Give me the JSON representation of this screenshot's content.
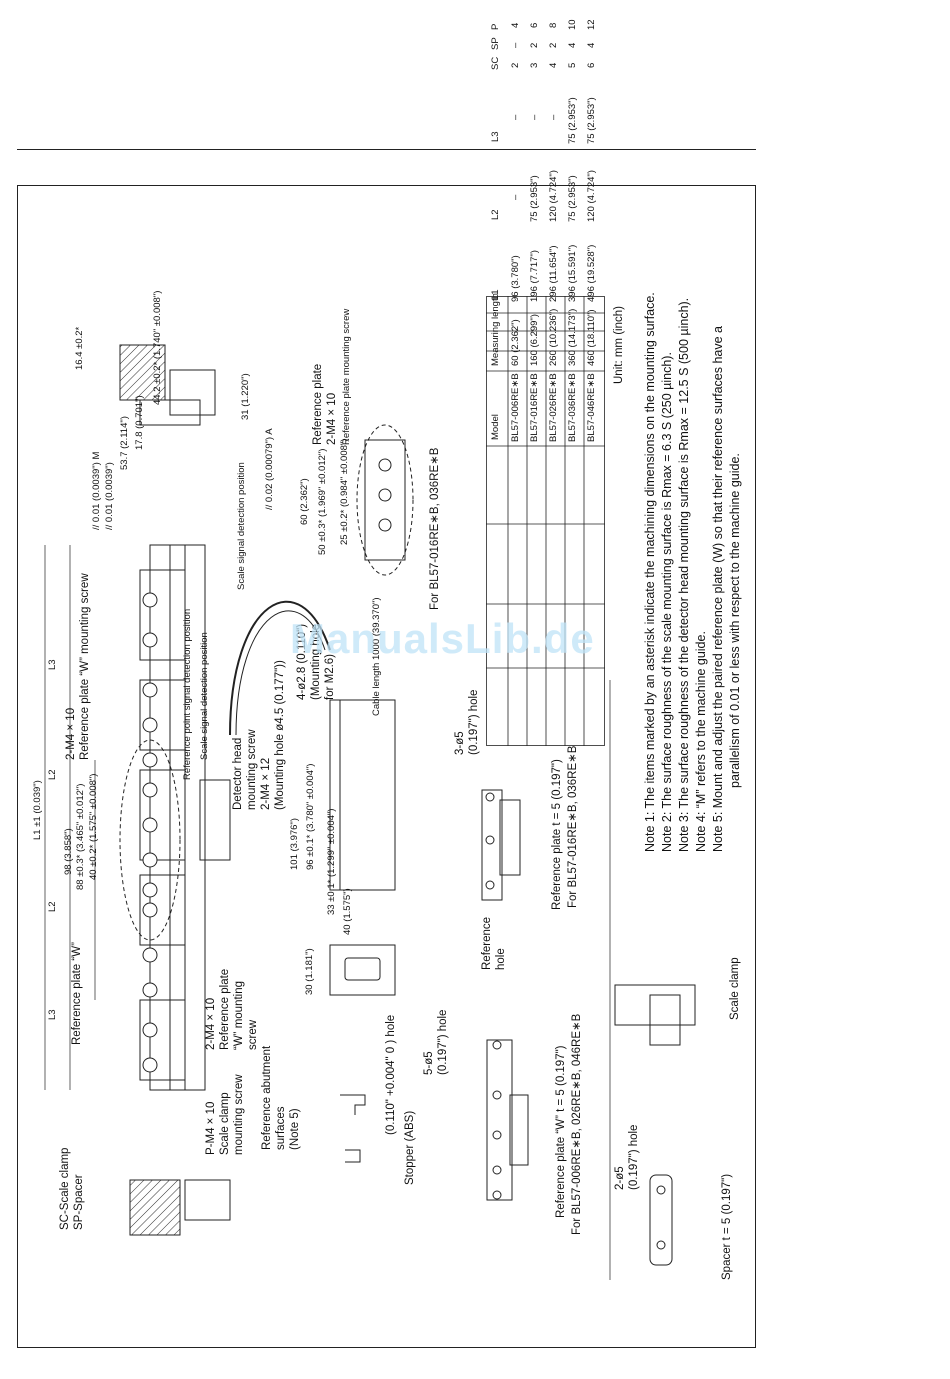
{
  "watermark": "ManualsLib.de",
  "labels": {
    "sc_clamp": "SC-Scale clamp",
    "sp_spacer": "SP-Spacer",
    "ref_plate_w": "Reference plate “W”",
    "p_m4x10": "P-M4 × 10",
    "scale_clamp_screw": "Scale clamp",
    "scale_clamp_screw2": "mounting screw",
    "m4x10_ref": "2-M4 × 10",
    "ref_plate_w_screw": "Reference plate",
    "ref_plate_w_screw2": "“W” mounting",
    "ref_plate_w_screw3": "screw",
    "ref_abutment": "Reference abutment",
    "ref_abutment2": "surfaces",
    "note5": "(Note 5)",
    "m4x10_top": "2-M4 × 10",
    "ref_plate_w_mount_top": "Reference plate “W” mounting screw",
    "ref_point_signal": "Reference point signal detection position",
    "scale_signal": "Scale signal detection position",
    "scale_signal2": "Scale signal detection position",
    "detector_head": "Detector head",
    "detector_head2": "mounting screw",
    "detector_head3": "2-M4 × 12",
    "detector_head4": "(Mounting hole ø4.5 (0.177\"))",
    "hole_28": "4-ø2.8 (0.110\")",
    "hole_28b": "(Mounting hole",
    "hole_28c": "for M2.6)",
    "cable": "Cable length 1000 (39.370\")",
    "ref_plate_top": "Reference plate",
    "ref_plate_top2": "2-M4 × 10",
    "ref_plate_top3": "Reference plate mounting screw",
    "for_016_036_top": "For BL57-016RE∗B, 036RE∗B",
    "stopper": "Stopper (ABS)",
    "hole_110": "(0.110\" +0.004\" 0 ) hole",
    "ref_plate_w_t5": "Reference plate “W” t = 5 (0.197\")",
    "for_006": "For BL57-006RE∗B, 026RE∗B, 046RE∗B",
    "ref_plate_t5": "Reference plate t = 5 (0.197\")",
    "for_016_036": "For BL57-016RE∗B, 036RE∗B",
    "hole_5": "5-ø5",
    "hole_5b": "(0.197\") hole",
    "hole_3": "3-ø5",
    "hole_3b": "(0.197\") hole",
    "ref_hole": "Reference",
    "ref_hole2": "hole",
    "spacer": "Spacer t = 5 (0.197\")",
    "scale_clamp": "Scale clamp",
    "hole_2": "2-ø5",
    "hole_2b": "(0.197\") hole",
    "l1": "L1 ±1 (0.039\")",
    "l2a": "L2",
    "l2b": "L2",
    "l3a": "L3",
    "l3b": "L3",
    "d98": "98 (3.858\")",
    "d88": "88 ±0.3* (3.465\" ±0.012\")",
    "d40": "40 ±0.2* (1.575\" ±0.008\")",
    "d101": "101 (3.976\")",
    "d96": "96 ±0.1* (3.780\" ±0.004\")",
    "d33": "33 ±0.1* (1.299\" ±0.004\")",
    "d40b": "40 (1.575\")",
    "d30": "30 (1.181\")",
    "d60": "60 (2.362\")",
    "d50": "50 ±0.3* (1.969\" ±0.012\")",
    "d25": "25 ±0.2* (0.984\" ±0.008\")",
    "d164": "16.4 ±0.2*",
    "d442": "44.2 ±0.2* (1.740\" ±0.008\")",
    "d537": "53.7 (2.114\")",
    "d31": "31 (1.220\")",
    "d178": "17.8 (0.701\")",
    "tol1": "// 0.01 (0.0039\") M",
    "tol2": "// 0.01 (0.0039\")",
    "tol3": "// 0.02 (0.00079\") A"
  },
  "table": {
    "headers": [
      "Model",
      "Measuring length",
      "L1",
      "L2",
      "L3",
      "SC",
      "SP",
      "P"
    ],
    "rows": [
      [
        "BL57-006RE∗B",
        "60 (2.362\")",
        "96 (3.780\")",
        "–",
        "–",
        "2",
        "–",
        "4"
      ],
      [
        "BL57-016RE∗B",
        "160 (6.299\")",
        "196 (7.717\")",
        "75 (2.953\")",
        "–",
        "3",
        "2",
        "6"
      ],
      [
        "BL57-026RE∗B",
        "260 (10.236\")",
        "296 (11.654\")",
        "120 (4.724\")",
        "–",
        "4",
        "2",
        "8"
      ],
      [
        "BL57-036RE∗B",
        "360 (14.173\")",
        "396 (15.591\")",
        "75 (2.953\")",
        "75 (2.953\")",
        "5",
        "4",
        "10"
      ],
      [
        "BL57-046RE∗B",
        "460 (18.110\")",
        "496 (19.528\")",
        "120 (4.724\")",
        "75 (2.953\")",
        "6",
        "4",
        "12"
      ]
    ]
  },
  "unit": "Unit: mm (inch)",
  "notes": [
    "Note 1: The items marked by an asterisk indicate the machining dimensions on the mounting surface.",
    "Note 2: The surface roughness of the scale mounting surface is Rmax = 6.3 S (250 µinch).",
    "Note 3: The surface roughness of the detector head mounting surface is Rmax = 12.5 S (500 µinch).",
    "Note 4: “M” refers to the machine guide.",
    "Note 5: Mount and adjust the paired reference plate (W) so that their reference surfaces have a",
    "parallelism of 0.01 or less with respect to the machine guide."
  ]
}
